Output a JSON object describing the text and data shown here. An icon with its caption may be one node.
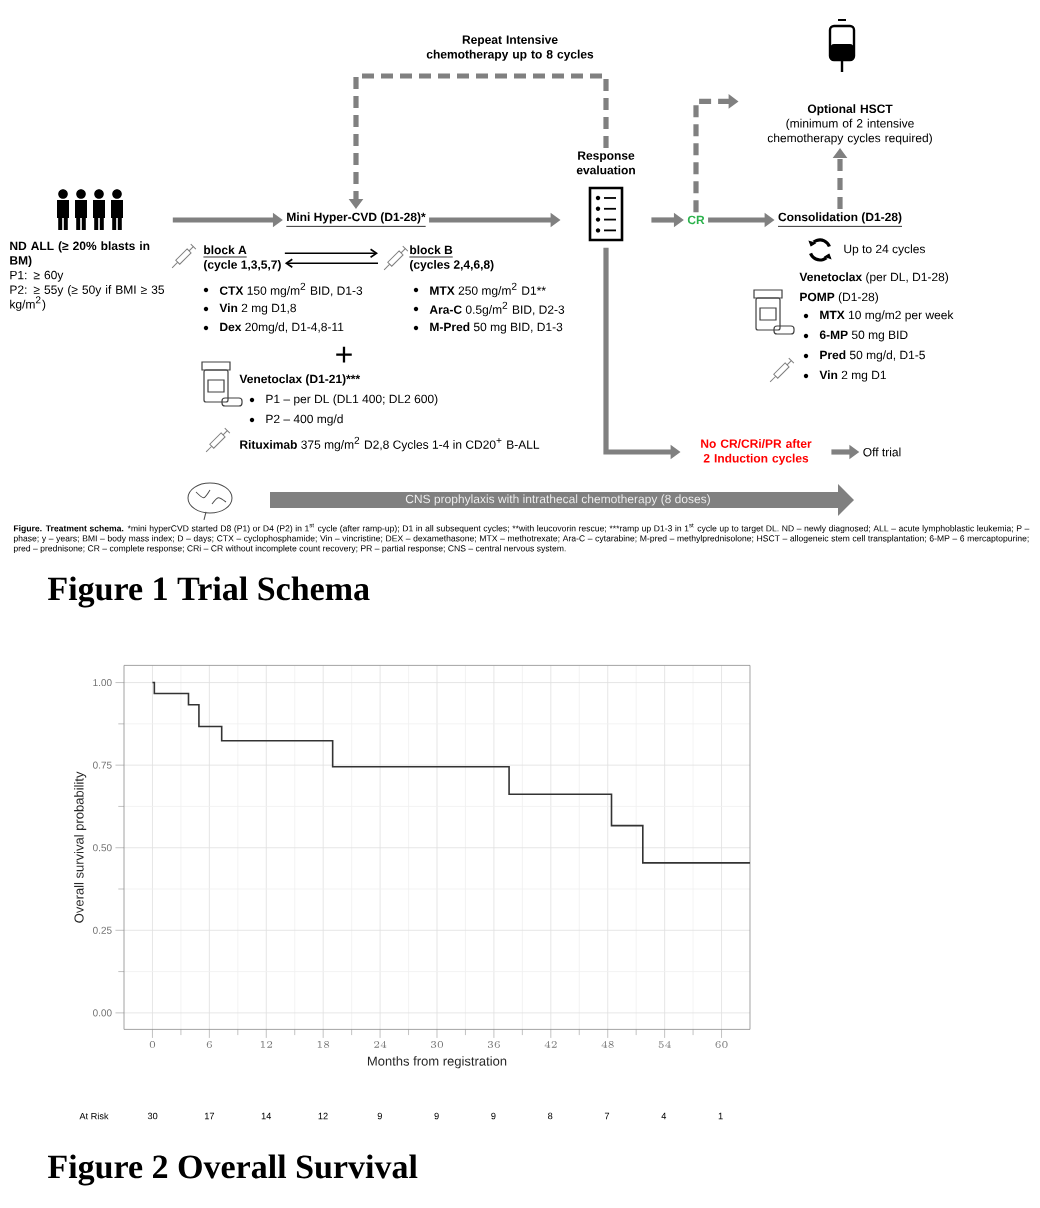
{
  "diagram": {
    "nodes": [
      {
        "text": [
          "ND ALL (≥ 20% blasts in BM)",
          "P1: ≥ 60y",
          "P2: ≥ 55y (≥ 50y if BMI ≥ 35 kg/m$^{2}$)"
        ]
      },
      {
        "text": [
          "Mini Hyper-CVD (D1-28)*"
        ]
      },
      {
        "text": [
          "block A",
          "(cycle 1,3,5,7)"
        ],
        "beside": [
          "**CTX** 150 mg/m$^{2}$ BID, D1-3",
          "**Vin** 2 mg D1,8",
          "**Dex** 20mg/d, D1-4,8-11"
        ]
      },
      {
        "text": [
          "block B",
          "(cycles 2,4,6,8)"
        ],
        "beside": [
          "**MTX** 250 mg/m$^{2}$ D1**",
          "**Ara-C** 0.5g/m$^{2}$ BID, D2-3",
          "**M-Pred** 50 mg BID, D1-3"
        ]
      },
      {
        "text": [
          "Response evaluation"
        ]
      },
      {
        "text": [
          "CR"
        ]
      },
      {
        "text": [
          "Consolidation (D1-28)"
        ]
      },
      {
        "text": [
          "Optional HSCT",
          "(minimum of 2 intensive chemotherapy cycles required)"
        ]
      },
      {
        "text": [
          "No CR/CRi/PR after 2 Induction cycles"
        ]
      },
      {
        "text": [
          "Off trial"
        ]
      },
      {
        "text": [
          "CNS prophylaxis with intrathecal chemotherapy (8 doses)"
        ]
      }
    ],
    "edges": [
      {
        "from": 0,
        "to": 1,
        "arrow": "to"
      },
      {
        "from": 2,
        "to": 3,
        "arrow": "to",
        "color": "#000000"
      },
      {
        "from": 3,
        "to": 2,
        "arrow": "to",
        "color": "#000000"
      },
      {
        "from": 1,
        "to": 4,
        "arrow": "to"
      },
      {
        "from": 4,
        "to": 1,
        "arrow": "to",
        "style": "dashed",
        "label": "Repeat Intensive chemotherapy up to 8 cycles"
      },
      {
        "from": 4,
        "to": 5,
        "arrow": "to"
      },
      {
        "from": 5,
        "to": 6,
        "arrow": "to"
      },
      {
        "from": 5,
        "to": 7,
        "arrow": "to",
        "style": "dashed"
      },
      {
        "from": 6,
        "to": 7,
        "arrow": "to",
        "style": "dashed"
      },
      {
        "from": 4,
        "to": 8,
        "arrow": "to"
      },
      {
        "from": 8,
        "to": 9,
        "arrow": "to"
      }
    ],
    "labels": [
      "Up to 24 cycles",
      "**Venetoclax** (per DL, D1-28)",
      "**POMP** (D1-28)",
      "**MTX** 10 mg/m2 per week",
      "**6-MP** 50 mg BID",
      "**Pred** 50 mg/d, D1-5",
      "**Vin** 2 mg D1",
      "+",
      "Venetoclax (D1-21)***",
      "P1 – per DL (DL1 400; DL2 600)",
      "P2 – 400 mg/d",
      "**Rituximab** 375 mg/m$^{2}$ D2,8 Cycles 1-4 in CD20$^{+}$ B-ALL",
      "Figure. Treatment schema.",
      "*mini hyperCVD started D8 (P1) or D4 (P2) in 1$^{st}$ cycle (after ramp-up); D1 in all subsequent cycles;",
      "**with leucovorin rescue;",
      "***ramp up D1-3 in 1$^{st}$ cycle up to target DL. ND – newly diagnosed; ALL – acute lymphoblastic leukemia; P – phase; y – years; BMI – body mass index; D – days; CTX – cyclophosphamide; Vin – vincristine; DEX – dexamethasone; MTX – methotrexate; Ara-C – cytarabine; M-pred – methylprednisolone; HSCT – allogeneic stem cell transplantation; 6-MP – 6 mercaptopurine; pred – prednisone; CR – complete response; CRi – CR without incomplete count recovery; PR – partial response; CNS – central nervous system.",
      "Figure 1 Trial Schema",
      "At Risk",
      "30",
      "17",
      "14",
      "12",
      "9",
      "9",
      "9",
      "8",
      "7",
      "4",
      "1",
      "Figure 2 Overall Survival"
    ],
    "chart_data": {
      "type": "line",
      "xlabel": "Months from registration",
      "ylabel": "Overall survival probability",
      "x": [
        0,
        0.2,
        0.2,
        3.8,
        3.8,
        4.9,
        4.9,
        7.3,
        7.3,
        19,
        19,
        37.6,
        37.6,
        48.4,
        48.4,
        51.7,
        51.7,
        63
      ],
      "series": [
        {
          "color": "#333333",
          "values": [
            1,
            1,
            0.967,
            0.967,
            0.933,
            0.933,
            0.867,
            0.867,
            0.824,
            0.824,
            0.745,
            0.745,
            0.662,
            0.662,
            0.567,
            0.567,
            0.454,
            0.454
          ]
        }
      ],
      "grid": true,
      "xlim": [
        -3,
        63
      ],
      "ylim": [
        -0.05,
        1.052
      ],
      "xticks": [
        0,
        6,
        12,
        18,
        24,
        30,
        36,
        42,
        48,
        54,
        60
      ],
      "yticks": [
        {
          "value": 0,
          "label": "0.00"
        },
        {
          "value": 0.25,
          "label": "0.25"
        },
        {
          "value": 0.5,
          "label": "0.50"
        },
        {
          "value": 0.75,
          "label": "0.75"
        },
        {
          "value": 1,
          "label": "1.00"
        }
      ]
    }
  }
}
